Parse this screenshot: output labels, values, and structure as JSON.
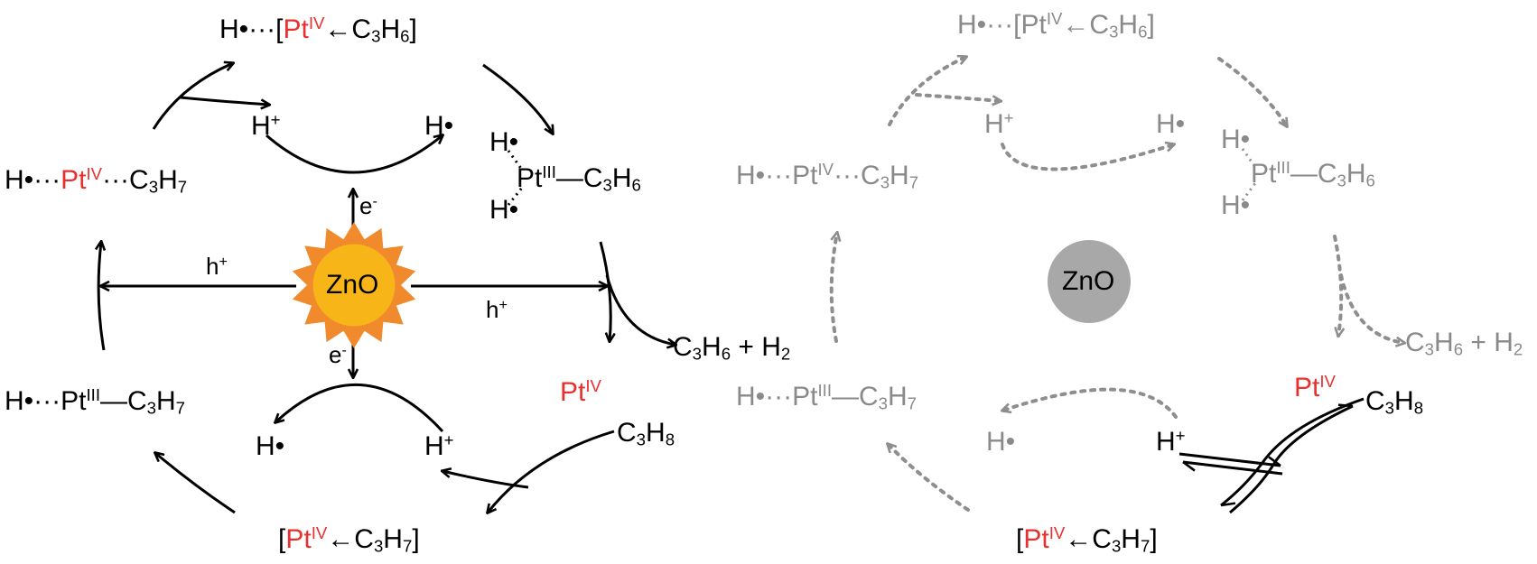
{
  "colors": {
    "pt_red": "#e8302f",
    "sun_orange": "#f08a2c",
    "sun_core": "#f7b517",
    "gray_text": "#8a8a8a",
    "gray_arrow": "#8e8e8e",
    "gray_circle": "#a9a8a9"
  },
  "left": {
    "catalyst": "ZnO",
    "top_complex": {
      "h": "H•···[",
      "pt": "Pt",
      "ox": "IV",
      "rest": "←C",
      "s1": "3",
      "h2": "H",
      "s2": "6",
      "close": "]"
    },
    "left_complex": {
      "h": "H•···",
      "pt": "Pt",
      "ox": "IV",
      "dots": "···C",
      "s1": "3",
      "h2": "H",
      "s2": "7"
    },
    "right_complex": {
      "h_top": "H•",
      "h_bot": "H•",
      "pt": "Pt",
      "ox": "III",
      "rest": "—C",
      "s1": "3",
      "h2": "H",
      "s2": "6"
    },
    "bottom_left_complex": {
      "h": "H•···Pt",
      "ox": "III",
      "rest": "—C",
      "s1": "3",
      "h2": "H",
      "s2": "7"
    },
    "bottom_complex": {
      "open": "[",
      "pt": "Pt",
      "ox": "IV",
      "rest": "←C",
      "s1": "3",
      "h2": "H",
      "s2": "7",
      "close": "]"
    },
    "pt_free": {
      "pt": "Pt",
      "ox": "IV"
    },
    "propane": {
      "c": "C",
      "s1": "3",
      "h": "H",
      "s2": "8"
    },
    "product": {
      "c": "C",
      "s1": "3",
      "h": "H",
      "s2": "6",
      "plus": " + H",
      "s3": "2"
    },
    "h_plus_top": {
      "h": "H",
      "sup": "+"
    },
    "h_rad_top": "H•",
    "h_plus_bottom": {
      "h": "H",
      "sup": "+"
    },
    "h_rad_bottom": "H•",
    "e_top": {
      "e": "e",
      "sup": "-"
    },
    "e_bottom": {
      "e": "e",
      "sup": "-"
    },
    "hole_left": {
      "h": "h",
      "sup": "+"
    },
    "hole_right": {
      "h": "h",
      "sup": "+"
    }
  },
  "right": {
    "catalyst": "ZnO",
    "top_complex": {
      "h": "H•···[Pt",
      "ox": "IV",
      "rest": "←C",
      "s1": "3",
      "h2": "H",
      "s2": "6",
      "close": "]"
    },
    "left_complex": {
      "h": "H•···Pt",
      "ox": "IV",
      "dots": "···C",
      "s1": "3",
      "h2": "H",
      "s2": "7"
    },
    "right_complex": {
      "h_top": "H•",
      "h_bot": "H•",
      "pt": "Pt",
      "ox": "III",
      "rest": "—C",
      "s1": "3",
      "h2": "H",
      "s2": "6"
    },
    "bottom_left_complex": {
      "h": "H•···Pt",
      "ox": "III",
      "rest": "—C",
      "s1": "3",
      "h2": "H",
      "s2": "7"
    },
    "bottom_complex": {
      "open": "[",
      "pt": "Pt",
      "ox": "IV",
      "rest": "←C",
      "s1": "3",
      "h2": "H",
      "s2": "7",
      "close": "]"
    },
    "pt_free": {
      "pt": "Pt",
      "ox": "IV"
    },
    "propane": {
      "c": "C",
      "s1": "3",
      "h": "H",
      "s2": "8"
    },
    "product": {
      "c": "C",
      "s1": "3",
      "h": "H",
      "s2": "6",
      "plus": " + H",
      "s3": "2"
    },
    "h_plus_top": {
      "h": "H",
      "sup": "+"
    },
    "h_rad_top": "H•",
    "h_plus_bottom": {
      "h": "H",
      "sup": "+"
    },
    "h_rad_bottom": "H•"
  }
}
